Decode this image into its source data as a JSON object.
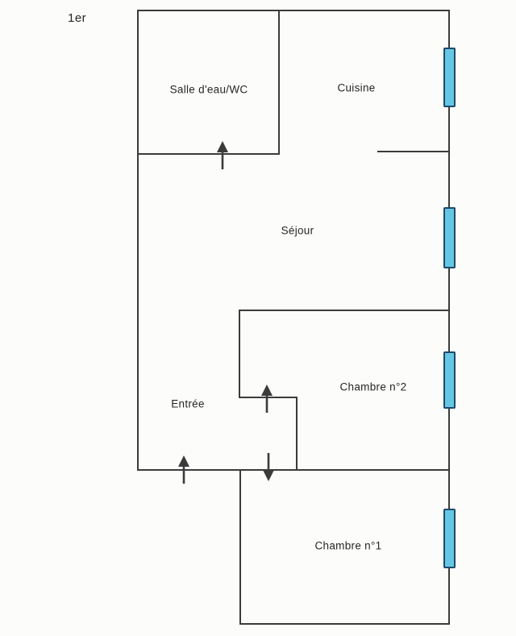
{
  "plan": {
    "floor_label": "1er",
    "type": "apartment-floor-plan"
  },
  "rooms": {
    "salle_deau": {
      "label": "Salle d'eau/WC"
    },
    "cuisine": {
      "label": "Cuisine"
    },
    "sejour": {
      "label": "Séjour"
    },
    "entree": {
      "label": "Entrée"
    },
    "chambre2": {
      "label": "Chambre n°2"
    },
    "chambre1": {
      "label": "Chambre n°1"
    }
  },
  "icons": {
    "window-icon": "blue rectangle symbol on exterior wall (4 windows on right facade)",
    "door-arrow-up-icon": "▲ filled arrow crossing a wall (door swing direction)",
    "door-arrow-down-icon": "▼ filled arrow crossing a wall (door swing direction)"
  },
  "colors": {
    "background": "#fcfcfa",
    "wall": "#3b3b3b",
    "text": "#262626",
    "window_fill": "#66c7e5",
    "window_border": "#1f4a68"
  }
}
